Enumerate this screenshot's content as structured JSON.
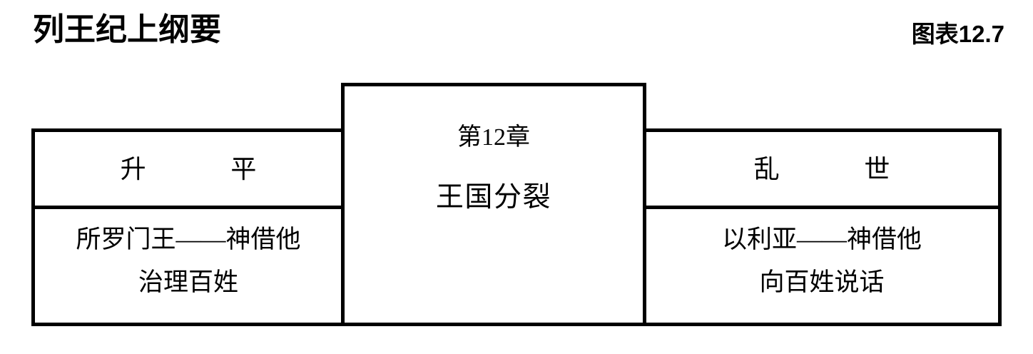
{
  "header": {
    "title": "列王纪上纲要",
    "figure_number": "图表12.7"
  },
  "diagram": {
    "type": "three-panel-timeline",
    "colors": {
      "border": "#000000",
      "background": "#ffffff",
      "text": "#000000"
    },
    "left_panel": {
      "heading": "升　平",
      "body": "所罗门王——神借他\n治理百姓"
    },
    "center_panel": {
      "chapter": "第12章",
      "heading": "王国分裂"
    },
    "right_panel": {
      "heading": "乱　世",
      "body": "以利亚——神借他\n向百姓说话"
    }
  }
}
